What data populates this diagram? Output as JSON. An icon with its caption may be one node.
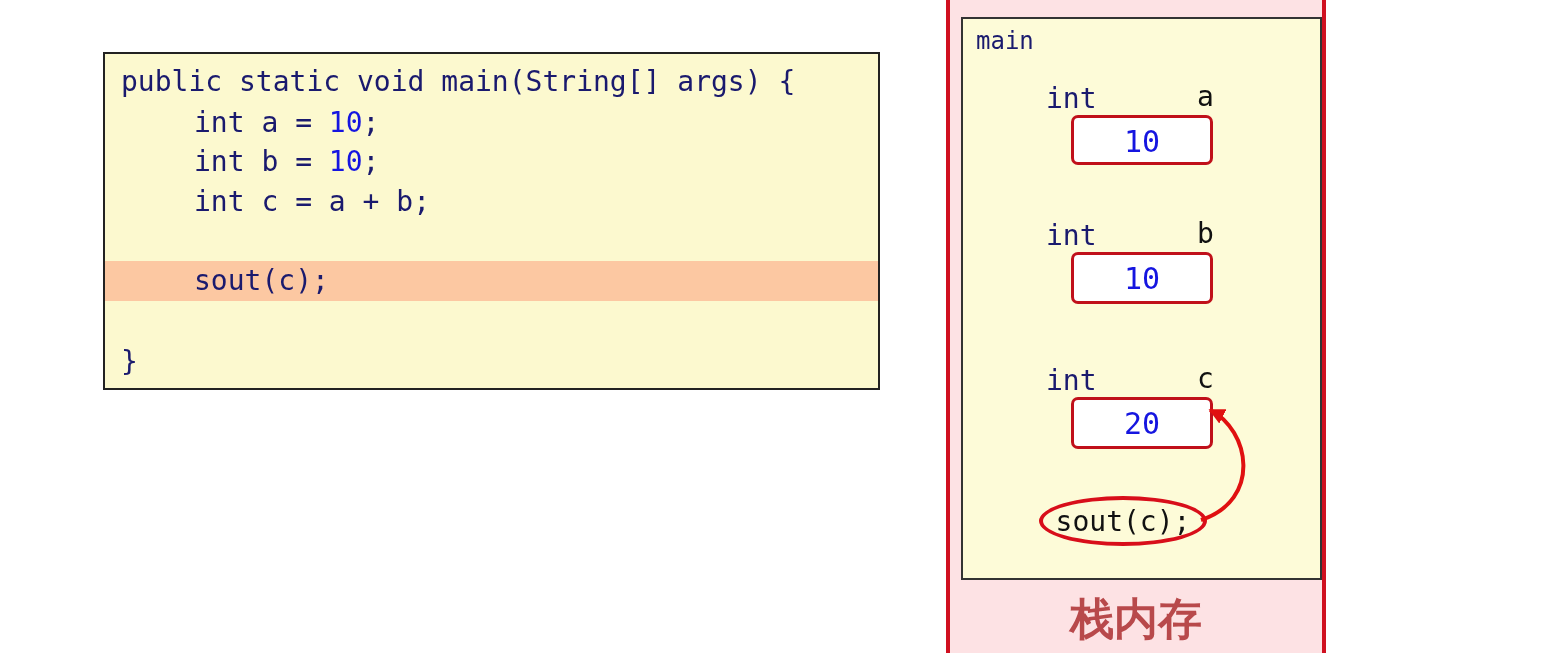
{
  "diagram": {
    "nodes": [
      {
        "text": [
          "public static void main(String[] args) {",
          "int a = 10;",
          "int b = 10;",
          "int c = a + b;",
          "sout(c);",
          "}"
        ]
      },
      {
        "text": [
          "栈内存"
        ]
      },
      {
        "text": [
          "main"
        ],
        "in": 1
      },
      {
        "text": [
          "int",
          "a",
          "10"
        ],
        "in": 2
      },
      {
        "text": [
          "int",
          "b",
          "10"
        ],
        "in": 2
      },
      {
        "text": [
          "int",
          "c",
          "20"
        ],
        "in": 2
      },
      {
        "text": [
          "sout(c);"
        ],
        "in": 2
      }
    ],
    "edges": [
      {
        "from": 6,
        "to": 5,
        "arrow": "to"
      }
    ]
  }
}
